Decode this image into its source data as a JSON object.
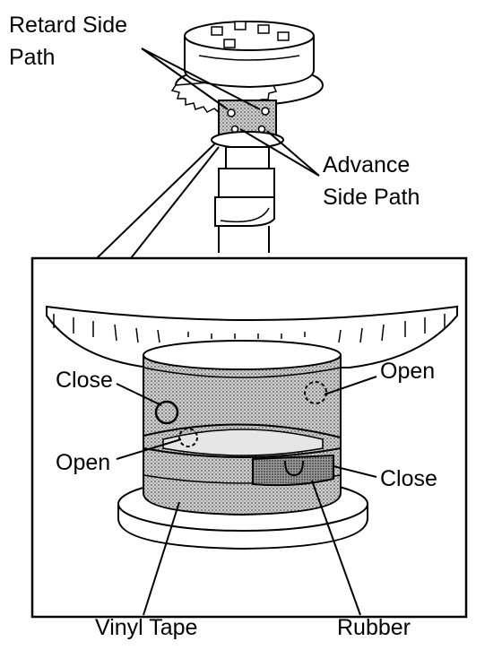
{
  "labels": {
    "retard_side_path_line1": "Retard Side",
    "retard_side_path_line2": "Path",
    "advance_side_path_line1": "Advance",
    "advance_side_path_line2": "Side Path",
    "close_left": "Close",
    "open_right": "Open",
    "open_left": "Open",
    "close_right": "Close",
    "vinyl_tape": "Vinyl Tape",
    "rubber": "Rubber"
  },
  "colors": {
    "line": "#000000",
    "background": "#ffffff"
  }
}
